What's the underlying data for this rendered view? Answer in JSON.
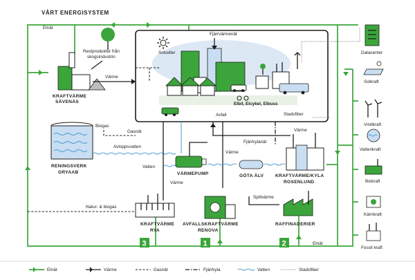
{
  "title": "VÅRT ENERGISYSTEM",
  "labels": {
    "elnat_top": "Elnät",
    "elnat_bottom": "Elnät",
    "restprodukter_1": "Restprodukter från",
    "restprodukter_2": "skogsindustrin",
    "varme_savenas": "Värme",
    "kraftvarme_savenas_1": "KRAFTVÄRME",
    "kraftvarme_savenas_2": "SÄVENÄS",
    "fjarrvarmenat": "Fjärrvärmenät",
    "solceller": "Solceller",
    "elbil": "Elbil, Elcykel, Elbuss",
    "stadsfiber": "Stadsfiber",
    "avfall": "Avfall",
    "biogas": "Biogas",
    "gasnat": "Gasnät",
    "avloppsvatten": "Avloppsvatten",
    "reningsverk_1": "RENINGSVERK",
    "reningsverk_2": "GRYAAB",
    "vatten": "Vatten",
    "varme_pump": "Värme",
    "varme_ryalink": "Värme",
    "varmepump": "VÄRMEPUMP",
    "gota_alv": "GÖTA ÄLV",
    "varme_rosenlund": "Värme",
    "fjarrkylanat": "Fjärrkylanät",
    "kraftvarme_kyla_1": "KRAFTVÄRME/KYLA",
    "kraftvarme_kyla_2": "ROSENLUND",
    "spillvarme": "Spillvärme",
    "natur_biogas": "Natur- & biogas",
    "kraftvarme_rya_1": "KRAFTVÄRME",
    "kraftvarme_rya_2": "RYA",
    "avfallskraftvarme_1": "AVFALLSKRAFTVÄRME",
    "avfallskraftvarme_2": "RENOVA",
    "raffinaderier": "RAFFINADERIER",
    "badge_rya": "3",
    "badge_renova": "1",
    "badge_raff": "2"
  },
  "sources": [
    {
      "label": "Datacenter",
      "icon": "server-icon"
    },
    {
      "label": "Solkraft",
      "icon": "solar-panel-icon"
    },
    {
      "label": "Vindkraft",
      "icon": "wind-turbine-icon"
    },
    {
      "label": "Vattenkraft",
      "icon": "water-icon"
    },
    {
      "label": "Biokraft",
      "icon": "bio-plant-icon"
    },
    {
      "label": "Kärnkraft",
      "icon": "nuclear-icon"
    },
    {
      "label": "Fossil kraft",
      "icon": "fossil-plant-icon"
    }
  ],
  "legend": [
    {
      "label": "Elnät",
      "style": "electric"
    },
    {
      "label": "Värme",
      "style": "heat"
    },
    {
      "label": "Gasnät",
      "style": "gas"
    },
    {
      "label": "Fjärrkyla",
      "style": "cooling"
    },
    {
      "label": "Vatten",
      "style": "water"
    },
    {
      "label": "Stadsfiber",
      "style": "fiber"
    }
  ],
  "colors": {
    "accent": "#3ba53b",
    "water": "#5aa6d6",
    "ink": "#1d1d1b"
  }
}
